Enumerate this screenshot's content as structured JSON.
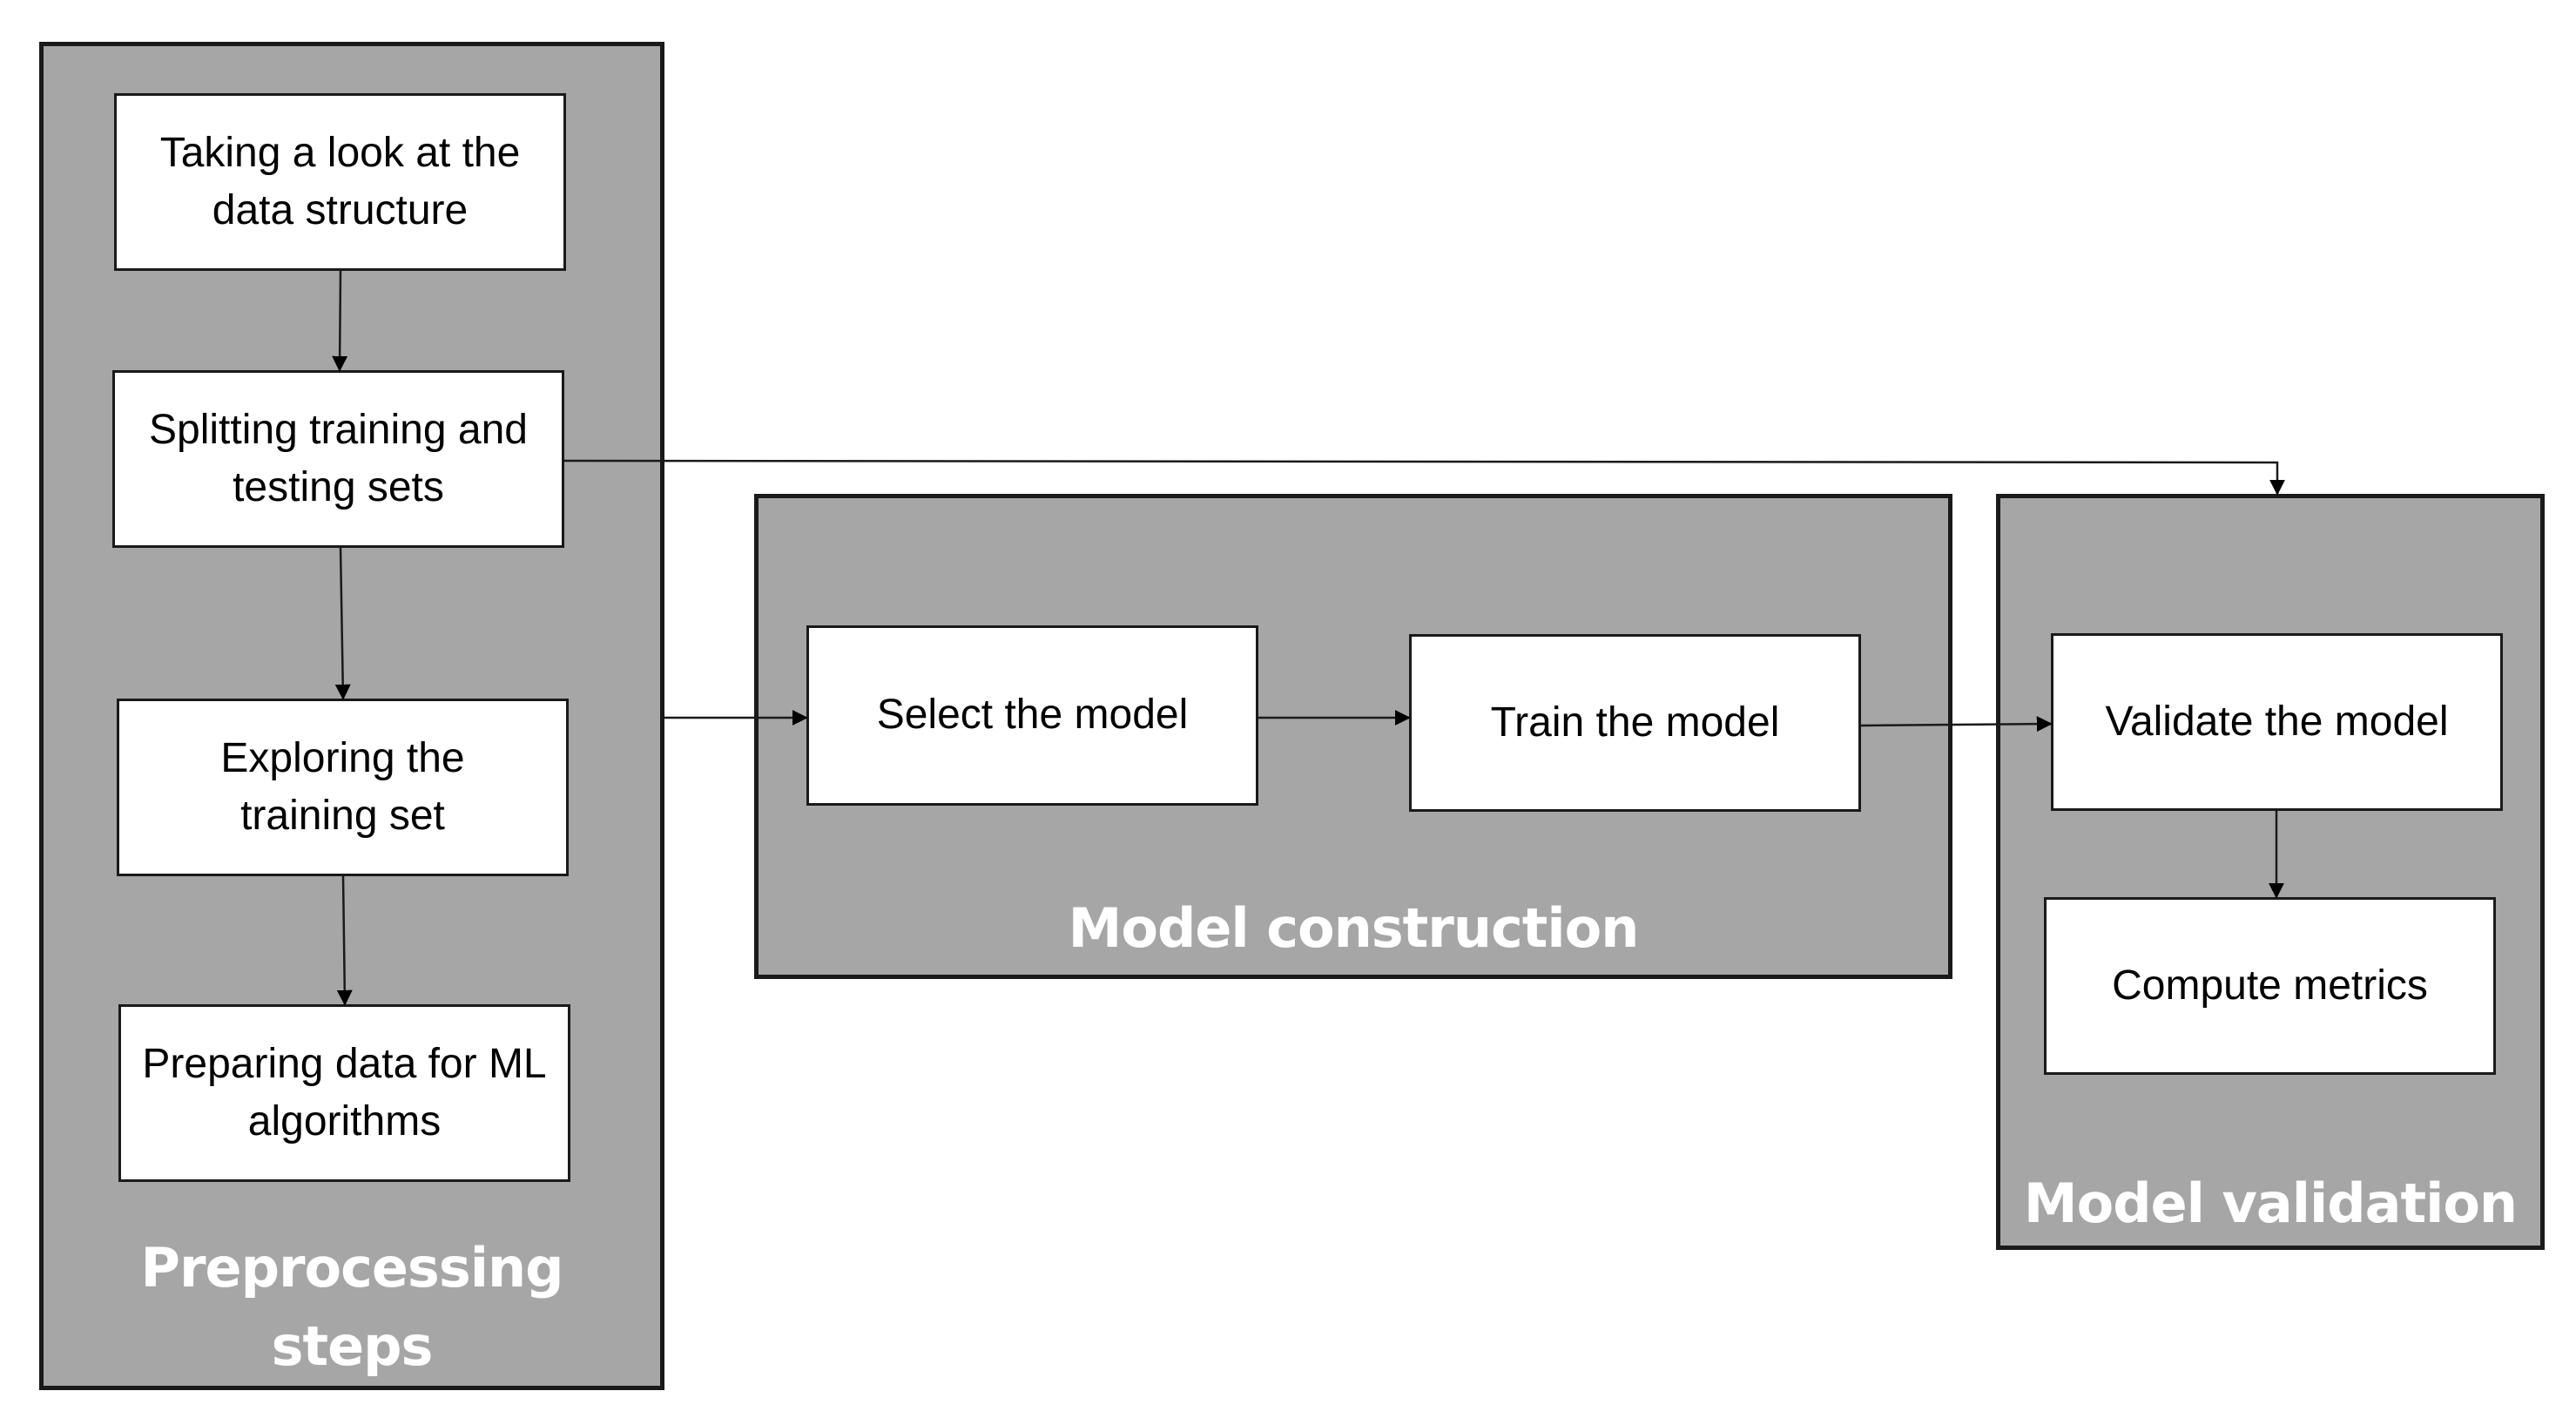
{
  "groups": {
    "preprocessing": {
      "title": "Preprocessing steps"
    },
    "construction": {
      "title": "Model construction"
    },
    "validation": {
      "title": "Model validation"
    }
  },
  "steps": {
    "look": "Taking a look at the data structure",
    "split": "Splitting training and testing sets",
    "explore": "Exploring the training set",
    "prepare": "Preparing data for ML algorithms",
    "select": "Select the model",
    "train": "Train the model",
    "validate": "Validate the model",
    "metrics": "Compute metrics"
  },
  "colors": {
    "group_fill": "#a6a6a6",
    "border": "#1a1a1a",
    "box_fill": "#ffffff",
    "title_text": "#ffffff"
  }
}
